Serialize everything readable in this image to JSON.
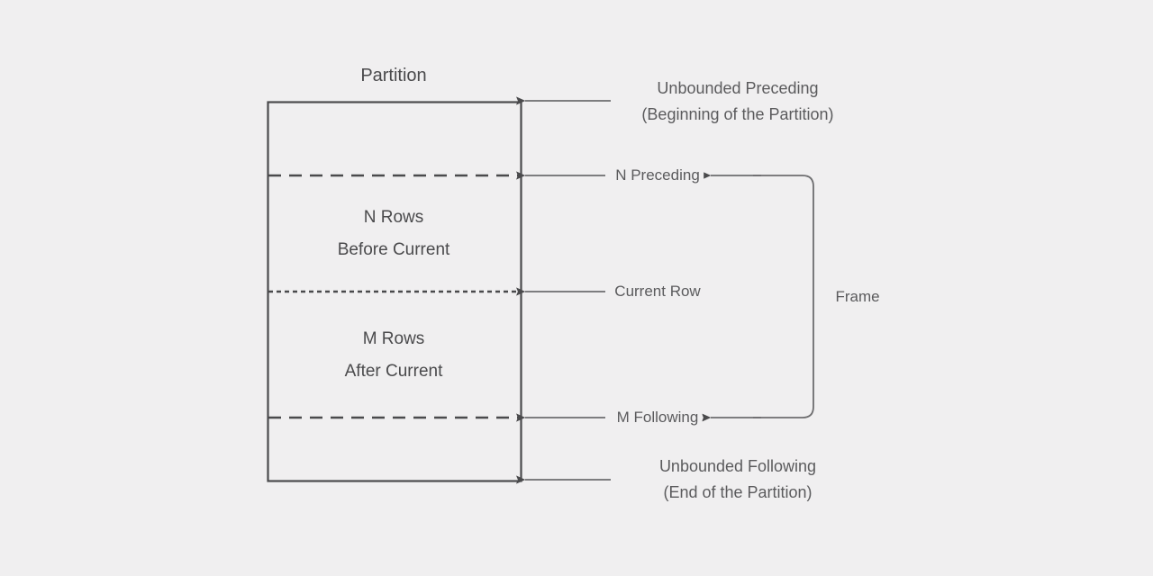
{
  "diagram": {
    "title": "Partition",
    "colors": {
      "background": "#f0eff0",
      "box_stroke": "#4a4a4c",
      "divider_stroke": "#4a4a4c",
      "arrow_stroke": "#6d6d6f",
      "text": "#4a4a4c",
      "side_text": "#5b5b5d"
    },
    "partition_label": "Partition",
    "box": {
      "sections": [
        {
          "id": "before-current",
          "line1": "N Rows",
          "line2": "Before Current"
        },
        {
          "id": "after-current",
          "line1": "M Rows",
          "line2": "After Current"
        }
      ]
    },
    "boundaries": [
      {
        "id": "unbounded-preceding",
        "line1": "Unbounded Preceding",
        "line2": "(Beginning of the Partition)",
        "edge_style": "solid"
      },
      {
        "id": "n-preceding",
        "label": "N Preceding",
        "edge_style": "dashed"
      },
      {
        "id": "current-row",
        "label": "Current Row",
        "edge_style": "dotted"
      },
      {
        "id": "m-following",
        "label": "M Following",
        "edge_style": "dashed"
      },
      {
        "id": "unbounded-following",
        "line1": "Unbounded Following",
        "line2": "(End of the Partition)",
        "edge_style": "solid"
      }
    ],
    "frame": {
      "label": "Frame",
      "spans_from": "n-preceding",
      "spans_to": "m-following"
    }
  }
}
